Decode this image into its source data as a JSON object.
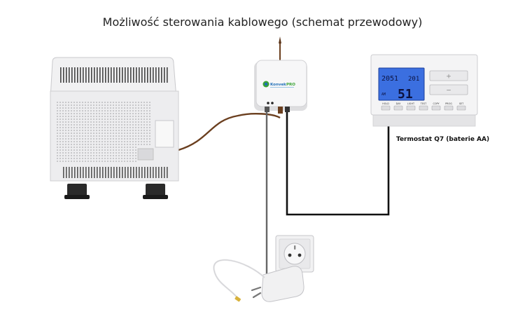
{
  "title": "Możliwość sterowania kablowego (schemat przewodowy)",
  "module": {
    "brand_main": "Konvek",
    "brand_accent": "PRO"
  },
  "thermostat": {
    "caption": "Termostat Q7 (baterie AA)",
    "lcd_line1_left": "2051",
    "lcd_line1_right": "201",
    "lcd_big": "51",
    "lcd_small_left": "AM",
    "button_labels": [
      "HOLD",
      "DAY",
      "LIGHT",
      "TEST",
      "COPY",
      "PROG",
      "SET"
    ],
    "plus_symbol": "+",
    "minus_symbol": "−"
  },
  "colors": {
    "brown_cable": "#6b3f1f",
    "black_wire": "#111111",
    "lcd_blue": "#3b6fe0",
    "accent_green": "#3aa335",
    "accent_blue": "#1f6fb8"
  }
}
